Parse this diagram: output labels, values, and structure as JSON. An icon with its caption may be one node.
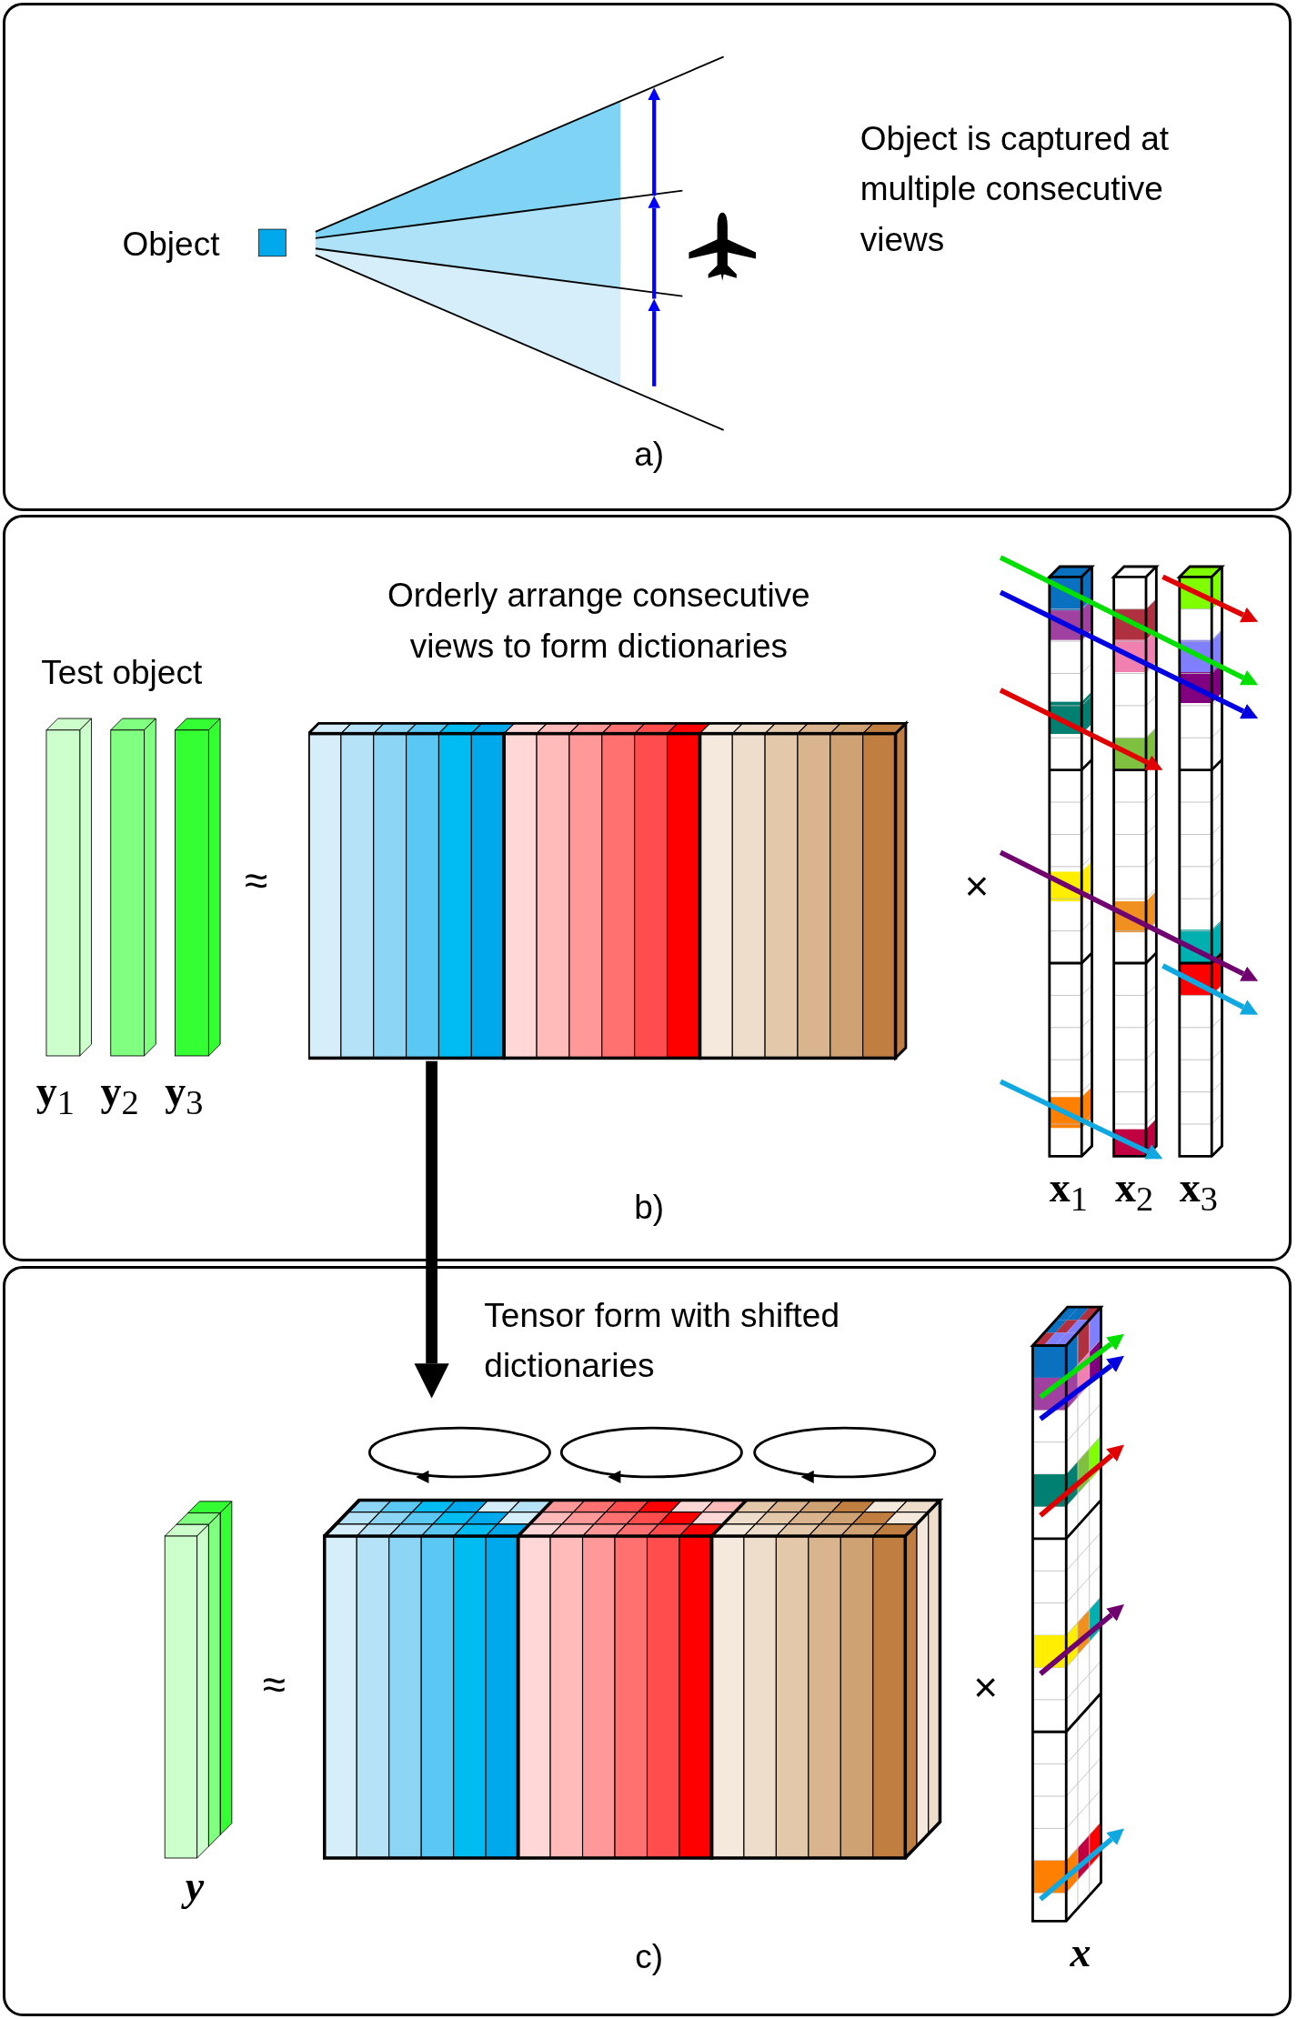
{
  "diagram": {
    "nodes": [
      {
        "text": [
          "a)"
        ]
      },
      {
        "text": [
          "b)"
        ]
      },
      {
        "text": [
          "c)"
        ]
      },
      {
        "text": [],
        "shape": "box",
        "in": 1
      }
    ],
    "edges": [
      {
        "from": 3,
        "to": 2,
        "arrow": "to"
      }
    ],
    "labels": [
      "Object is captured at multiple consecutive views",
      "Object",
      "Orderly arrange consecutive views to form dictionaries",
      "Test object",
      "≈",
      "×",
      "**y**$_{1}$",
      "**y**$_{2}$",
      "**y**$_{3}$",
      "**x**$_{1}$",
      "**x**$_{2}$",
      "**x**$_{3}$",
      "Tensor form with shifted dictionaries",
      "≈",
      "×",
      "y",
      "x"
    ]
  }
}
